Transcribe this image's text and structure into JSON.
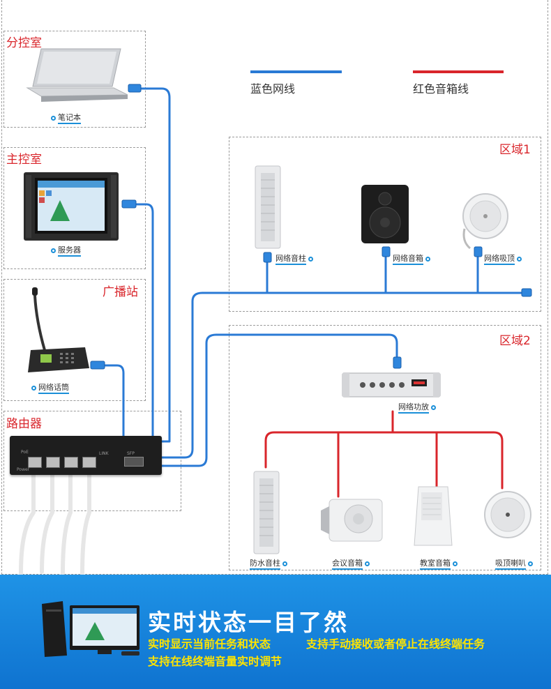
{
  "legend": {
    "blue_label": "蓝色网线",
    "red_label": "红色音箱线",
    "blue_color": "#2a7ad5",
    "red_color": "#d9252b"
  },
  "rooms": {
    "sub_control": "分控室",
    "main_control": "主控室",
    "broadcast": "广播站",
    "router": "路由器",
    "zone1": "区域1",
    "zone2": "区域2"
  },
  "devices": {
    "laptop": "笔记本",
    "server": "服务器",
    "mic": "网络话筒",
    "column_speaker": "网络音柱",
    "network_speaker": "网络音箱",
    "ceiling_speaker": "网络吸顶",
    "amplifier": "网络功放",
    "waterproof_column": "防水音柱",
    "meeting_speaker": "会议音箱",
    "classroom_speaker": "教室音箱",
    "ceiling_horn": "吸顶喇叭"
  },
  "router_panel": {
    "poe": "PoE",
    "power": "Power",
    "link": "LINK",
    "sfp": "SFP"
  },
  "banner": {
    "title": "实时状态一目了然",
    "line1_a": "实时显示当前任务和状态",
    "line1_b": "支持手动接收或者停止在线终端任务",
    "line2": "支持在线终端音量实时调节"
  }
}
